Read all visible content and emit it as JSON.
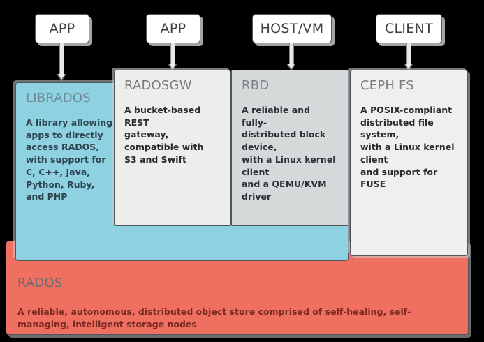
{
  "diagram": {
    "title": "Ceph architecture stack",
    "colors": {
      "background": "#000000",
      "librados_bg": "#8ED1E1",
      "radosgw_bg": "#EDEDEC",
      "rbd_bg": "#D5D9DA",
      "cephfs_bg": "#EFEFEE",
      "rados_bg": "#EF6F61",
      "panel_border": "#4E565B",
      "title_text": "#7C7C7C",
      "body_text": "#2B2B2B",
      "rados_body_text": "#7A2A22",
      "top_box_bg": "#FFFFFF",
      "top_box_border": "#5A5A5A",
      "arrow_fill": "#E8E8E8",
      "arrow_stroke": "#8A8A8A"
    },
    "clients": [
      {
        "id": "app-librados",
        "label": "APP",
        "target": "LIBRADOS"
      },
      {
        "id": "app-radosgw",
        "label": "APP",
        "target": "RADOSGW"
      },
      {
        "id": "host-vm-rbd",
        "label": "HOST/VM",
        "target": "RBD"
      },
      {
        "id": "client-cephfs",
        "label": "CLIENT",
        "target": "CEPH FS"
      }
    ],
    "panels": [
      {
        "id": "librados",
        "title": "LIBRADOS",
        "body": "A library allowing\napps to directly\naccess RADOS,\nwith support for\nC, C++, Java,\nPython, Ruby,\nand PHP"
      },
      {
        "id": "radosgw",
        "title": "RADOSGW",
        "body": "A bucket-based REST\ngateway, compatible with\nS3 and Swift"
      },
      {
        "id": "rbd",
        "title": "RBD",
        "body": "A reliable and fully-\ndistributed block device,\nwith a Linux kernel client\nand a QEMU/KVM driver"
      },
      {
        "id": "cephfs",
        "title": "CEPH FS",
        "body": "A POSIX-compliant\ndistributed file system,\nwith a Linux kernel client\nand support for FUSE"
      }
    ],
    "foundation": {
      "id": "rados",
      "title": "RADOS",
      "body": "A reliable, autonomous, distributed object store comprised of self-healing, self-managing, intelligent storage nodes"
    }
  }
}
